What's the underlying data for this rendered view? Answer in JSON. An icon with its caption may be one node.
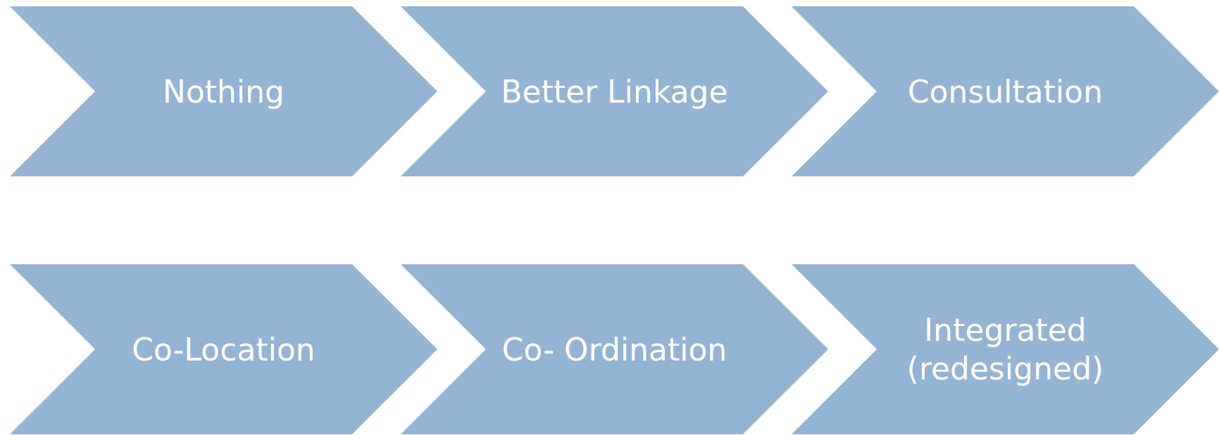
{
  "diagram": {
    "nodes": [
      {
        "text": [
          "Nothing"
        ]
      },
      {
        "text": [
          "Better Linkage"
        ]
      },
      {
        "text": [
          "Consultation"
        ]
      },
      {
        "text": [
          "Co-Location"
        ]
      },
      {
        "text": [
          "Co- Ordination"
        ]
      },
      {
        "text": [
          "Integrated (redesigned)"
        ]
      }
    ]
  }
}
